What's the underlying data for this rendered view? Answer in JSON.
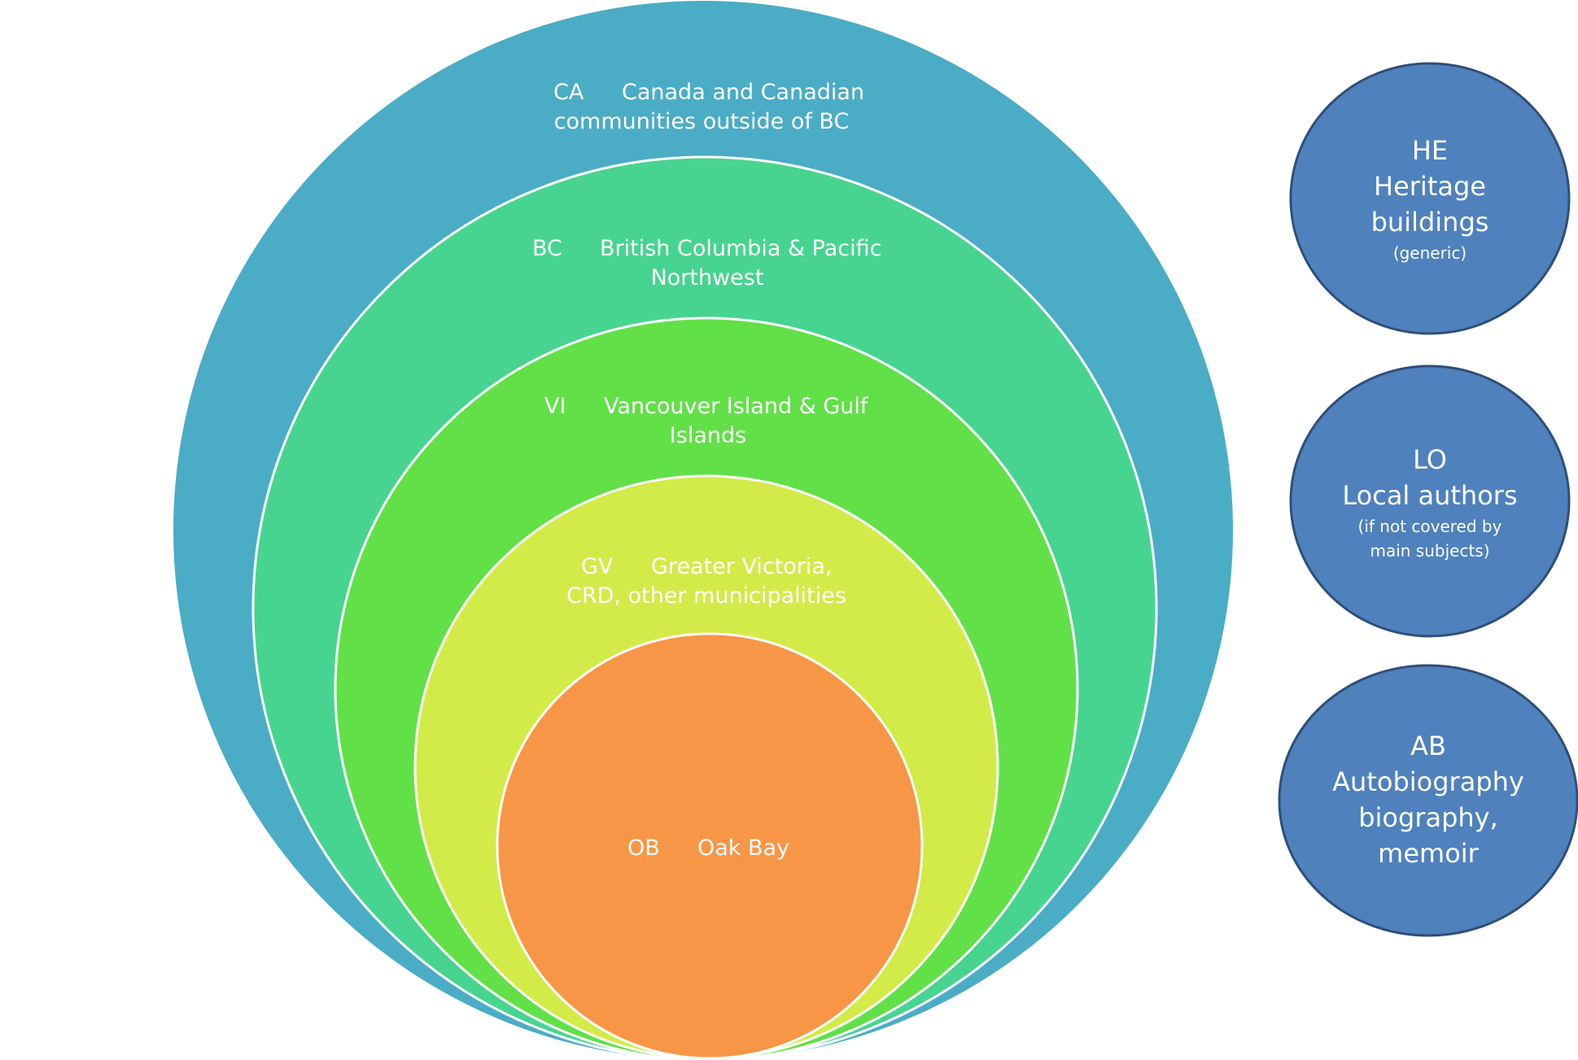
{
  "colors": {
    "ca": "#4BACC6",
    "bc": "#47D491",
    "vi": "#62E048",
    "gv": "#D3EB48",
    "ob": "#F79646",
    "bubble": "#4F81BD",
    "bubble_border": "#2F4F7A",
    "ring_stroke": "#ffffff"
  },
  "rings": {
    "ca": {
      "code": "CA",
      "name_line1": "Canada and Canadian",
      "name_line2": "communities outside of BC"
    },
    "bc": {
      "code": "BC",
      "name_line1": "British Columbia & Pacific",
      "name_line2": "Northwest"
    },
    "vi": {
      "code": "VI",
      "name_line1": "Vancouver Island & Gulf",
      "name_line2": "Islands"
    },
    "gv": {
      "code": "GV",
      "name_line1": "Greater Victoria,",
      "name_line2": "CRD, other municipalities"
    },
    "ob": {
      "code": "OB",
      "name_line1": "Oak Bay"
    }
  },
  "bubbles": {
    "he": {
      "code": "HE",
      "line1": "Heritage",
      "line2": "buildings",
      "note": "(generic)"
    },
    "lo": {
      "code": "LO",
      "line1": "Local authors",
      "note_line1": "(if not covered by",
      "note_line2": "main subjects)"
    },
    "ab": {
      "code": "AB",
      "line1": "Autobiography",
      "line2": "biography,",
      "line3": "memoir"
    }
  }
}
